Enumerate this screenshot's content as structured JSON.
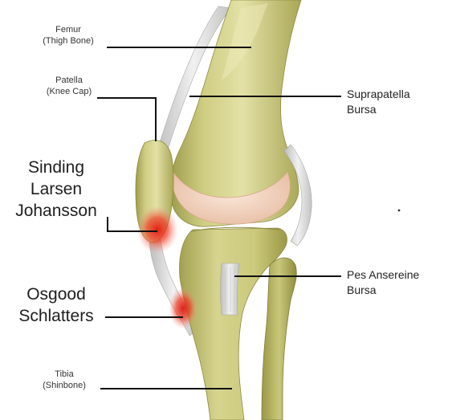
{
  "labels": {
    "femur": {
      "line1": "Femur",
      "line2": "(Thigh Bone)"
    },
    "patella": {
      "line1": "Patella",
      "line2": "(Knee Cap)"
    },
    "sinding": {
      "line1": "Sinding",
      "line2": "Larsen",
      "line3": "Johansson"
    },
    "osgood": {
      "line1": "Osgood",
      "line2": "Schlatters"
    },
    "tibia": {
      "line1": "Tibia",
      "line2": "(Shinbone)"
    },
    "suprapatella": {
      "line1": "Suprapatella",
      "line2": "Bursa"
    },
    "pes": {
      "line1": "Pes Ansereine",
      "line2": "Bursa"
    }
  },
  "colors": {
    "bone": "#cbc97a",
    "bone_shadow": "#9a9848",
    "cartilage": "#f0d2bf",
    "tendon": "#d9d9d9",
    "inflammation": "#e52a1e"
  }
}
